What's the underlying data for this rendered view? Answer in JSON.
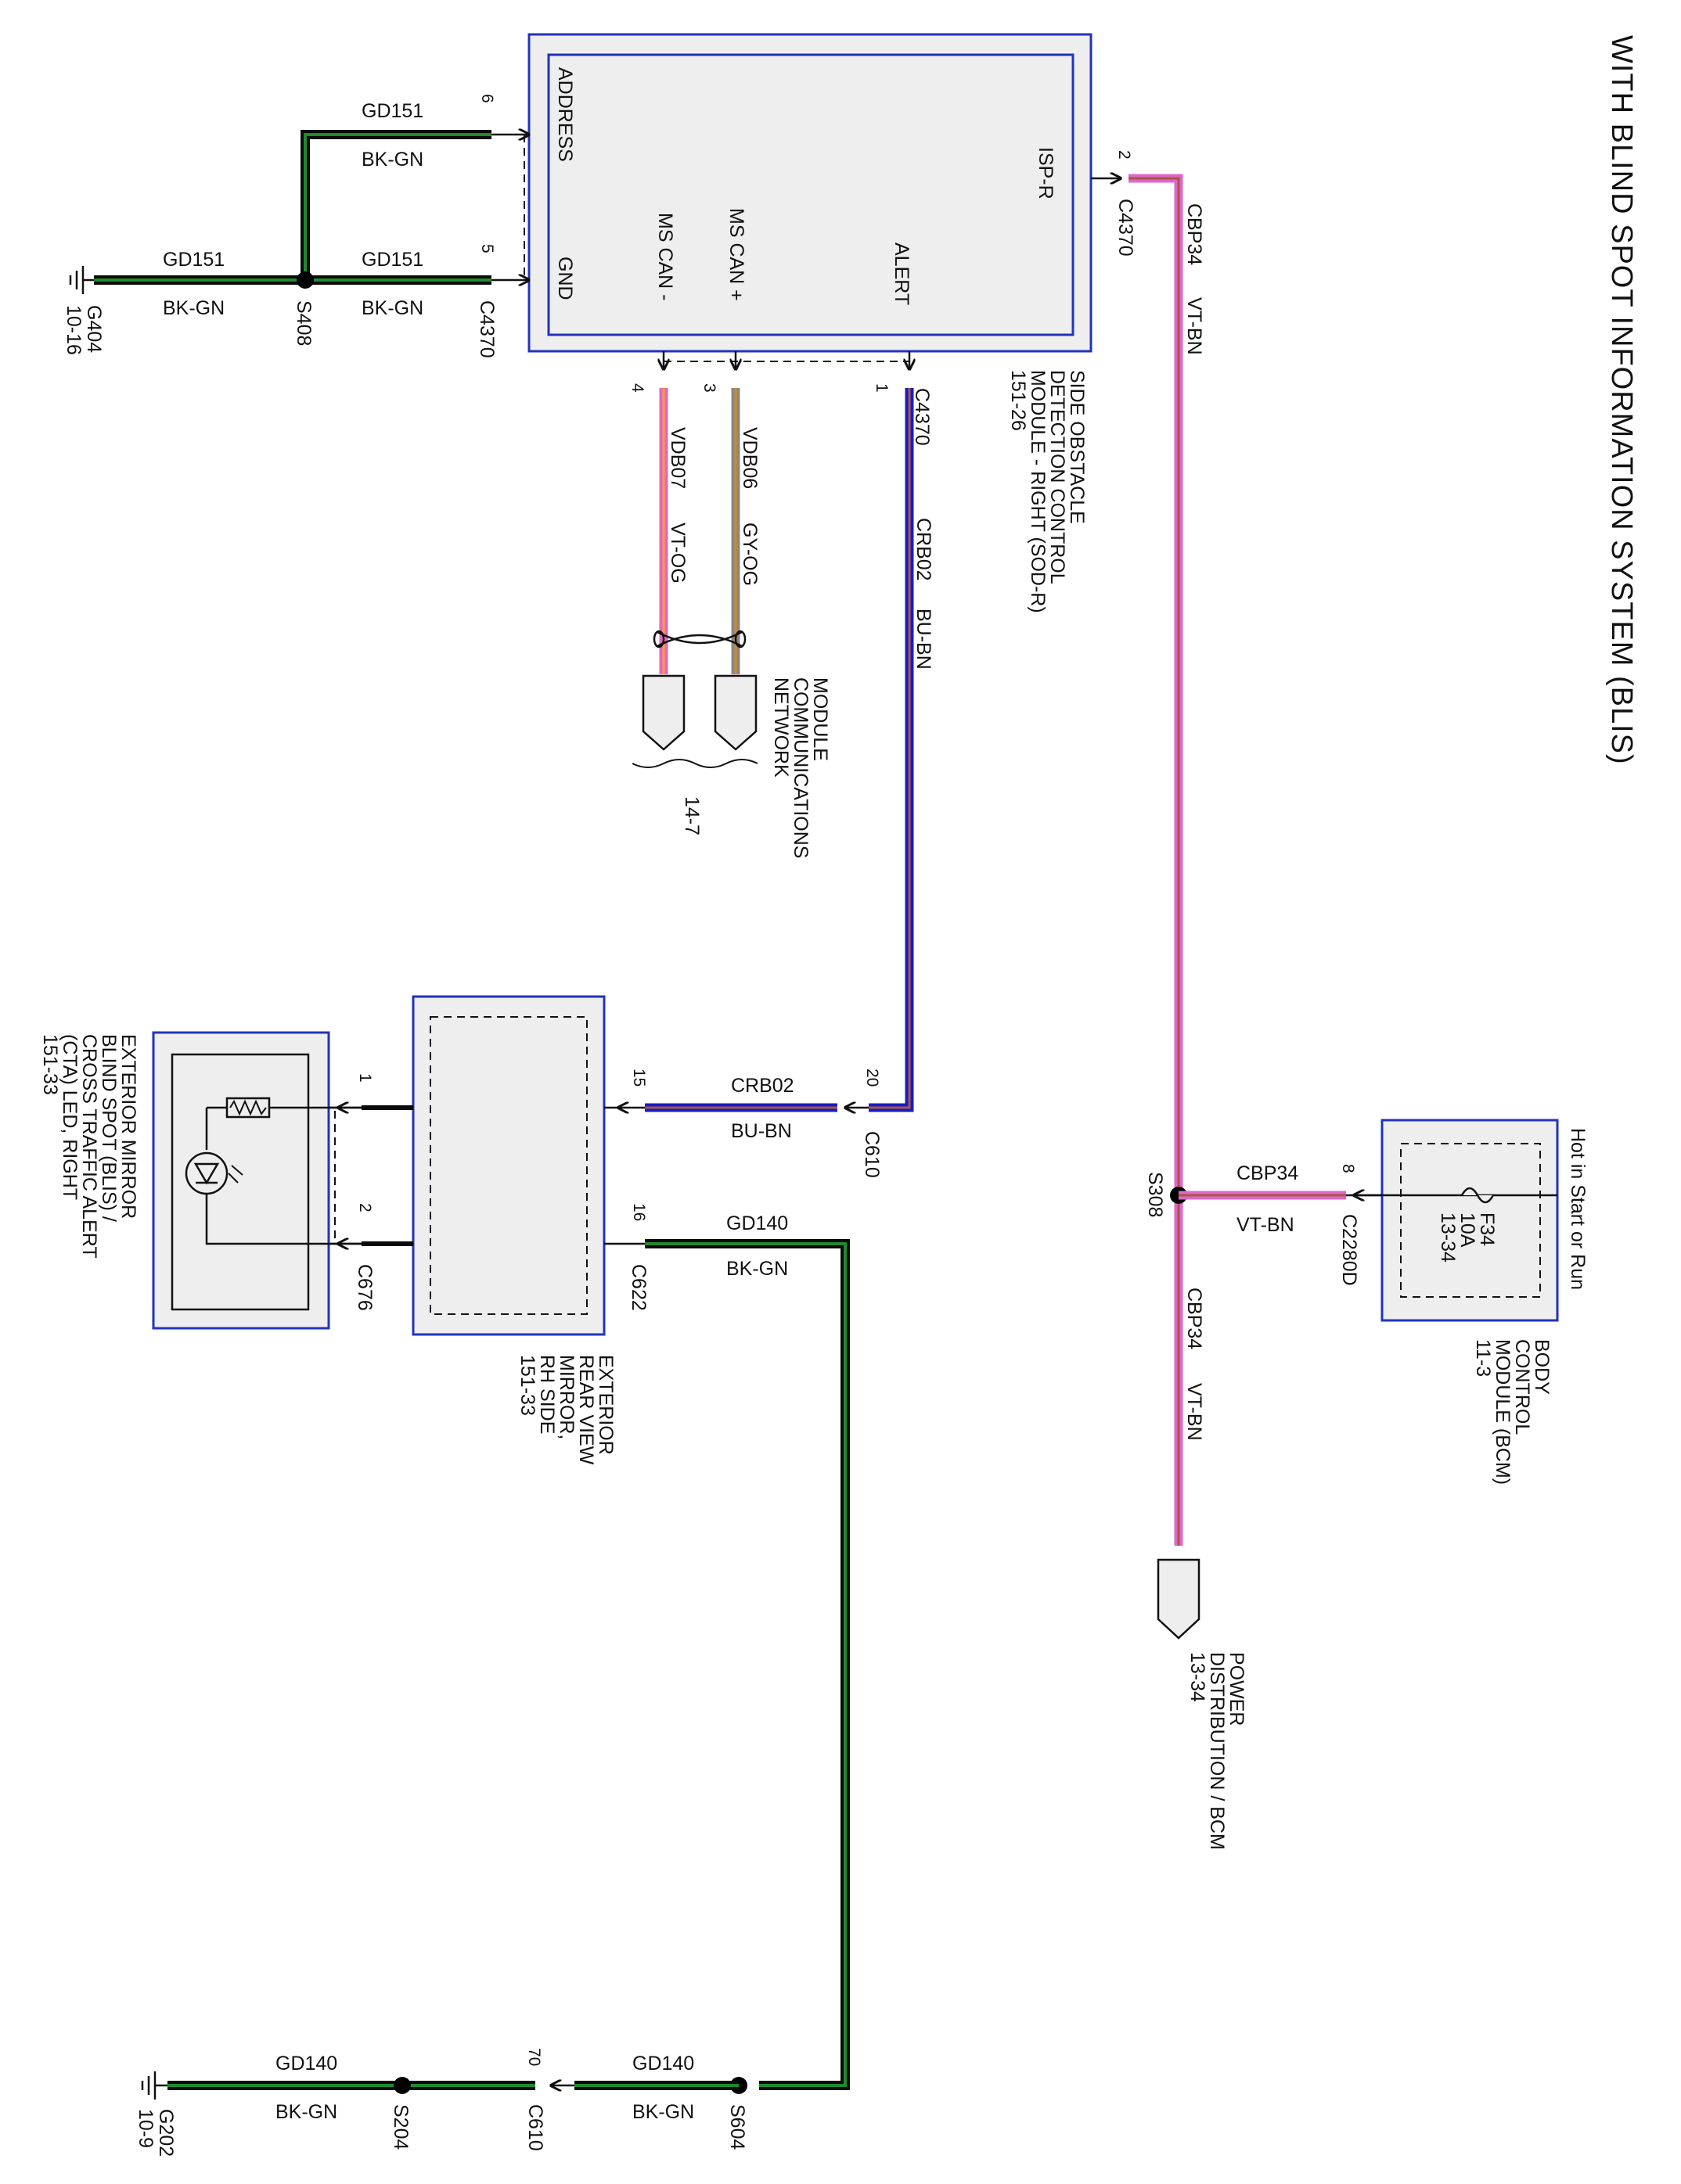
{
  "title": "WITH BLIND SPOT INFORMATION SYSTEM (BLIS)",
  "colors": {
    "bk_gn_outer": "#0a0a0a",
    "bk_gn_inner": "#1f8a2e",
    "vt_bn_outer": "#e066cc",
    "vt_bn_inner": "#a45a3c",
    "bu_bn_outer": "#1a1acc",
    "bu_bn_inner": "#a45a3c",
    "vt_og_outer": "#e066cc",
    "vt_og_inner": "#ff9f2a",
    "gy_og_outer": "#888888",
    "gy_og_inner": "#d08a22",
    "module_border": "#2233bb",
    "module_fill": "#eeeeee"
  },
  "sodr": {
    "name_lines": [
      "SIDE OBSTACLE",
      "DETECTION CONTROL",
      "MODULE - RIGHT (SOD-R)",
      "151-26"
    ],
    "pins": {
      "address": "ADDRESS",
      "gnd": "GND",
      "ms_can_minus": "MS CAN -",
      "ms_can_plus": "MS CAN +",
      "alert": "ALERT",
      "isp_r": "ISP-R"
    },
    "pin_numbers": {
      "address": "6",
      "gnd": "5",
      "ms_can_minus": "4",
      "ms_can_plus": "3",
      "alert": "1",
      "isp_r": "2"
    },
    "connector": "C4370"
  },
  "ground_top": {
    "circuit_a": "GD151",
    "color_a": "BK-GN",
    "circuit_b": "GD151",
    "color_b": "BK-GN",
    "circuit_c": "GD151",
    "color_c": "BK-GN",
    "splice": "S408",
    "ground": "G404",
    "ground_ref": "10-16"
  },
  "can": {
    "minus_circuit": "VDB07",
    "minus_color": "VT-OG",
    "plus_circuit": "VDB06",
    "plus_color": "GY-OG",
    "network_lines": [
      "MODULE",
      "COMMUNICATIONS",
      "NETWORK"
    ],
    "network_ref": "14-7"
  },
  "alert_wire": {
    "circuit": "CRB02",
    "color": "BU-BN",
    "connector": "C4370"
  },
  "isp_wire": {
    "circuit": "CBP34",
    "color": "VT-BN",
    "connector": "C4370"
  },
  "splice_s308": "S308",
  "bcm": {
    "name_lines": [
      "BODY",
      "CONTROL",
      "MODULE (BCM)",
      "11-3"
    ],
    "hot": "Hot in Start or Run",
    "fuse_lines": [
      "F34",
      "10A",
      "13-34"
    ],
    "pin": "8",
    "connector": "C2280D",
    "circuit": "CBP34",
    "color": "VT-BN"
  },
  "lower_isp": {
    "circuit": "CBP34",
    "color": "VT-BN"
  },
  "power_dist": {
    "name_lines": [
      "POWER",
      "DISTRIBUTION / BCM",
      "13-34"
    ]
  },
  "mirror": {
    "name_lines": [
      "EXTERIOR",
      "REAR VIEW",
      "MIRROR,",
      "RH SIDE",
      "151-33"
    ],
    "pin_15": "15",
    "pin_16": "16",
    "pin_1": "1",
    "pin_2": "2",
    "connector_c676": "C676",
    "connector_c622": "C622"
  },
  "led": {
    "name_lines": [
      "EXTERIOR MIRROR",
      "BLIND SPOT (BLIS) /",
      "CROSS TRAFFIC ALERT",
      "(CTA) LED, RIGHT",
      "151-33"
    ]
  },
  "c610_wire": {
    "pin": "20",
    "connector": "C610",
    "circuit": "CRB02",
    "color": "BU-BN"
  },
  "gd140": {
    "circuit_a": "GD140",
    "color_a": "BK-GN",
    "circuit_b": "GD140",
    "color_b": "BK-GN",
    "circuit_c": "GD140",
    "color_c": "BK-GN",
    "splice_s604": "S604",
    "pin_70": "70",
    "connector": "C610",
    "splice_s204": "S204",
    "ground": "G202",
    "ground_ref": "10-9"
  }
}
